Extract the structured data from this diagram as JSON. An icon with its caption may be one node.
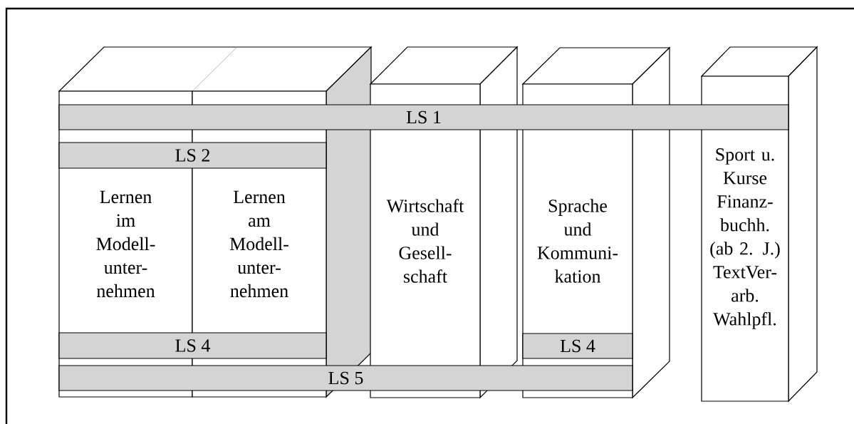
{
  "diagram": {
    "nodes": [
      {
        "text": [
          "LS 1"
        ]
      },
      {
        "text": [
          "LS 2"
        ]
      },
      {
        "text": [
          "Lernen im Modell- unter- nehmen"
        ]
      },
      {
        "text": [
          "Lernen am Modell- unter- nehmen"
        ]
      },
      {
        "text": [
          "Wirtschaft und Gesell- schaft"
        ]
      },
      {
        "text": [
          "Sprache und Kommuni- kation"
        ]
      },
      {
        "text": [
          "Sport u. Kurse Finanz- buchh. (ab 2. J.) TextVer- arb. Wahlpfl."
        ]
      },
      {
        "text": [
          "LS 4"
        ]
      },
      {
        "text": [
          "LS 4"
        ],
        "in": 5
      },
      {
        "text": [
          "LS 5"
        ]
      }
    ]
  }
}
